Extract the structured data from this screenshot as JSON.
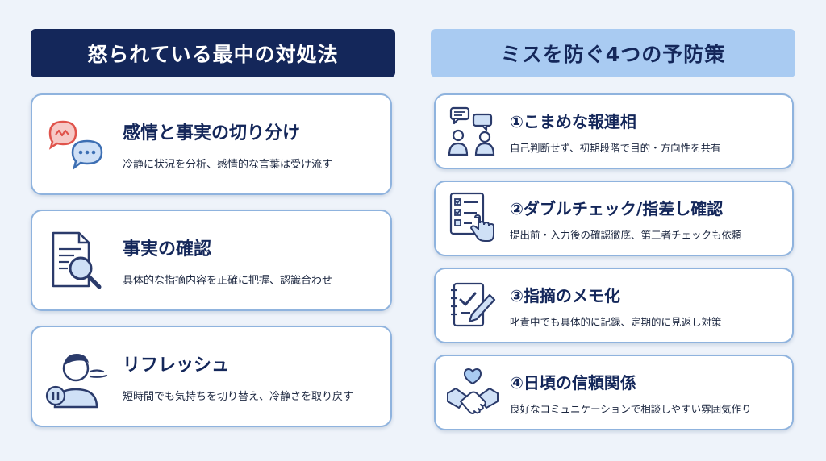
{
  "left": {
    "heading": "怒られている最中の対処法",
    "items": [
      {
        "icon": "speech-bubbles-icon",
        "title": "感情と事実の切り分け",
        "desc": "冷静に状況を分析、感情的な言葉は受け流す"
      },
      {
        "icon": "document-magnifier-icon",
        "title": "事実の確認",
        "desc": "具体的な指摘内容を正確に把握、認識合わせ"
      },
      {
        "icon": "person-breathing-icon",
        "title": "リフレッシュ",
        "desc": "短時間でも気持ちを切り替え、冷静さを取り戻す"
      }
    ]
  },
  "right": {
    "heading": "ミスを防ぐ4つの予防策",
    "items": [
      {
        "icon": "people-chat-icon",
        "title": "①こまめな報連相",
        "desc": "自己判断せず、初期段階で目的・方向性を共有"
      },
      {
        "icon": "checklist-pointer-icon",
        "title": "②ダブルチェック/指差し確認",
        "desc": "提出前・入力後の確認徹底、第三者チェックも依頼"
      },
      {
        "icon": "notebook-pen-icon",
        "title": "③指摘のメモ化",
        "desc": "叱責中でも具体的に記録、定期的に見返し対策"
      },
      {
        "icon": "handshake-heart-icon",
        "title": "④日頃の信頼関係",
        "desc": "良好なコミュニケーションで相談しやすい雰囲気作り"
      }
    ]
  },
  "colors": {
    "navy": "#14275a",
    "light_blue": "#a9cbf2",
    "card_border": "#8fb3de",
    "icon_stroke": "#2b3b6b",
    "icon_fill_blue": "#cfe0f6",
    "accent_red": "#e0534b"
  }
}
